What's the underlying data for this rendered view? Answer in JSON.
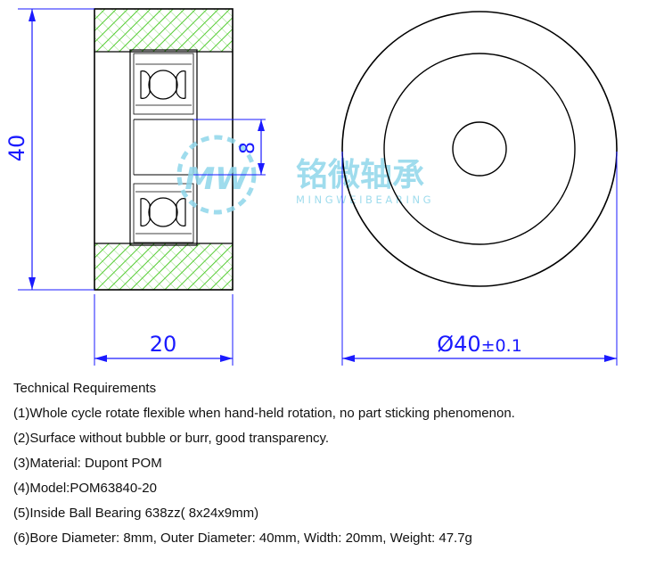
{
  "drawing": {
    "height_dim": "40",
    "bore_dim": "8",
    "width_dim": "20",
    "diameter_dim": "Ø40",
    "tolerance": "±0.1",
    "colors": {
      "dimension": "#1a1aff",
      "outline": "#000000",
      "hatch": "#55cc33",
      "watermark": "#8fd6ea"
    }
  },
  "watermark": {
    "brand_cn": "铭微轴承",
    "brand_en": "MINGWEIBEARING"
  },
  "requirements": {
    "title": "Technical Requirements",
    "items": [
      "(1)Whole cycle rotate flexible when hand-held rotation, no part sticking phenomenon.",
      "(2)Surface without bubble or burr, good transparency.",
      "(3)Material: Dupont POM",
      "(4)Model:POM63840-20",
      "(5)Inside Ball Bearing 638zz( 8x24x9mm)",
      "(6)Bore Diameter: 8mm, Outer Diameter: 40mm, Width: 20mm, Weight: 47.7g"
    ]
  }
}
